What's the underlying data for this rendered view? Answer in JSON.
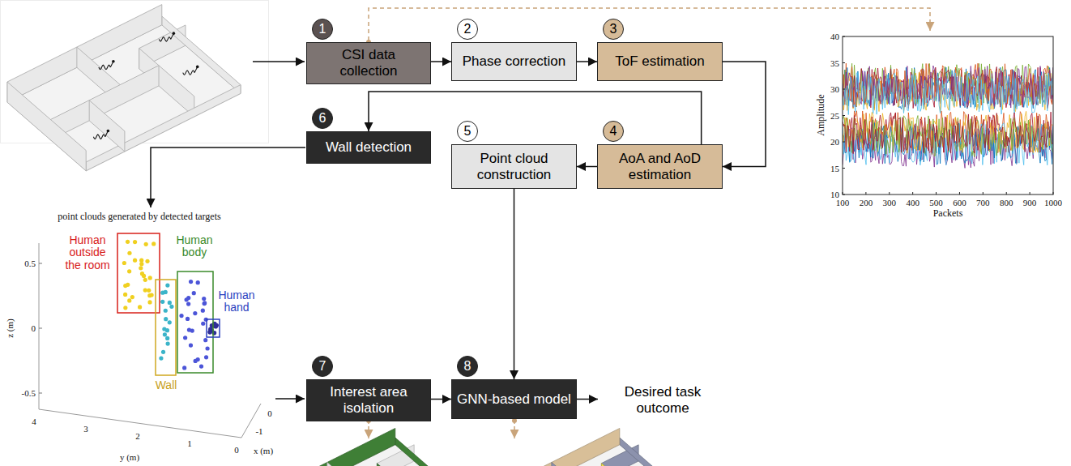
{
  "diagram": {
    "nodes": [
      {
        "text": [
          "1",
          "CSI data collection"
        ]
      },
      {
        "text": [
          "2",
          "Phase correction"
        ]
      },
      {
        "text": [
          "3",
          "ToF estimation"
        ]
      },
      {
        "text": [
          "4",
          "AoA and AoD estimation"
        ]
      },
      {
        "text": [
          "5",
          "Point cloud construction"
        ]
      },
      {
        "text": [
          "6",
          "Wall detection"
        ]
      },
      {
        "text": [
          "7",
          "Interest area isolation"
        ]
      },
      {
        "text": [
          "8",
          "GNN-based model"
        ]
      },
      {
        "text": [
          "Desired task outcome"
        ]
      }
    ],
    "edges": [
      {
        "from": 0,
        "to": 1,
        "arrow": "to"
      },
      {
        "from": 1,
        "to": 2,
        "arrow": "to"
      },
      {
        "from": 2,
        "to": 3,
        "arrow": "to"
      },
      {
        "from": 3,
        "to": 4,
        "arrow": "to"
      },
      {
        "from": 3,
        "to": 5,
        "arrow": "to"
      },
      {
        "from": 4,
        "to": 7,
        "arrow": "to"
      },
      {
        "from": 6,
        "to": 7,
        "arrow": "to"
      },
      {
        "from": 7,
        "to": 8,
        "arrow": "to"
      }
    ],
    "labels": [
      "point clouds generated by detected targets",
      "Human outside the room",
      "Human body",
      "Human hand",
      "Wall",
      "0.5",
      "0",
      "-0.5",
      "z (m)",
      "4",
      "3",
      "2",
      "1",
      "0",
      "y (m)",
      "0",
      "-1",
      "x (m)",
      "40",
      "35",
      "30",
      "25",
      "20",
      "15",
      "10",
      "Amplitude",
      "100",
      "200",
      "300",
      "400",
      "500",
      "600",
      "700",
      "800",
      "900",
      "1000",
      "Packets"
    ]
  }
}
